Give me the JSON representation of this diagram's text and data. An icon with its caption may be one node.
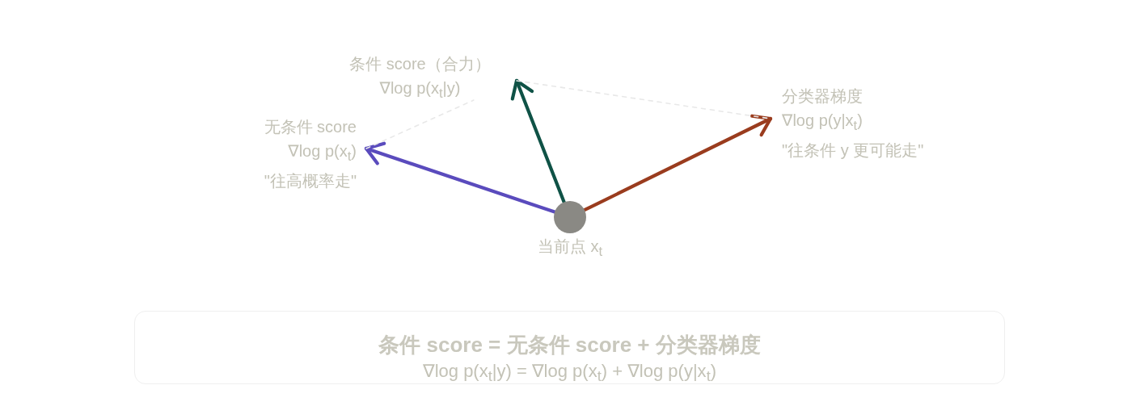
{
  "diagram": {
    "nodes": [
      {
        "text": [
          "条件 score（合力）",
          "∇log p(x$_{t}$|y)"
        ]
      },
      {
        "text": [
          "无条件 score",
          "∇log p(x$_{t}$)",
          "\"往高概率走\""
        ]
      },
      {
        "text": [
          "分类器梯度",
          "∇log p(y|x$_{t}$)",
          "\"往条件 y 更可能走\""
        ]
      },
      {
        "text": [],
        "shape": "circle",
        "beside": [
          "当前点 x$_{t}$"
        ]
      },
      {
        "text": [
          "条件 score = 无条件 score + 分类器梯度",
          "∇log p(x$_{t}$|y) = ∇log p(x$_{t}$) + ∇log p(y|x$_{t}$)"
        ]
      }
    ],
    "edges": [
      {
        "from": 3,
        "to": 1,
        "arrow": "to",
        "color": "#5a4bbd"
      },
      {
        "from": 3,
        "to": 0,
        "arrow": "to",
        "color": "#0f5246"
      },
      {
        "from": 3,
        "to": 2,
        "arrow": "to",
        "color": "#9a3c1e"
      },
      {
        "from": 1,
        "to": 0,
        "arrow": "none",
        "style": "dashed",
        "color": "#e8e8e8"
      },
      {
        "from": 0,
        "to": 2,
        "arrow": "none",
        "style": "dashed",
        "color": "#e8e8e8"
      }
    ]
  }
}
